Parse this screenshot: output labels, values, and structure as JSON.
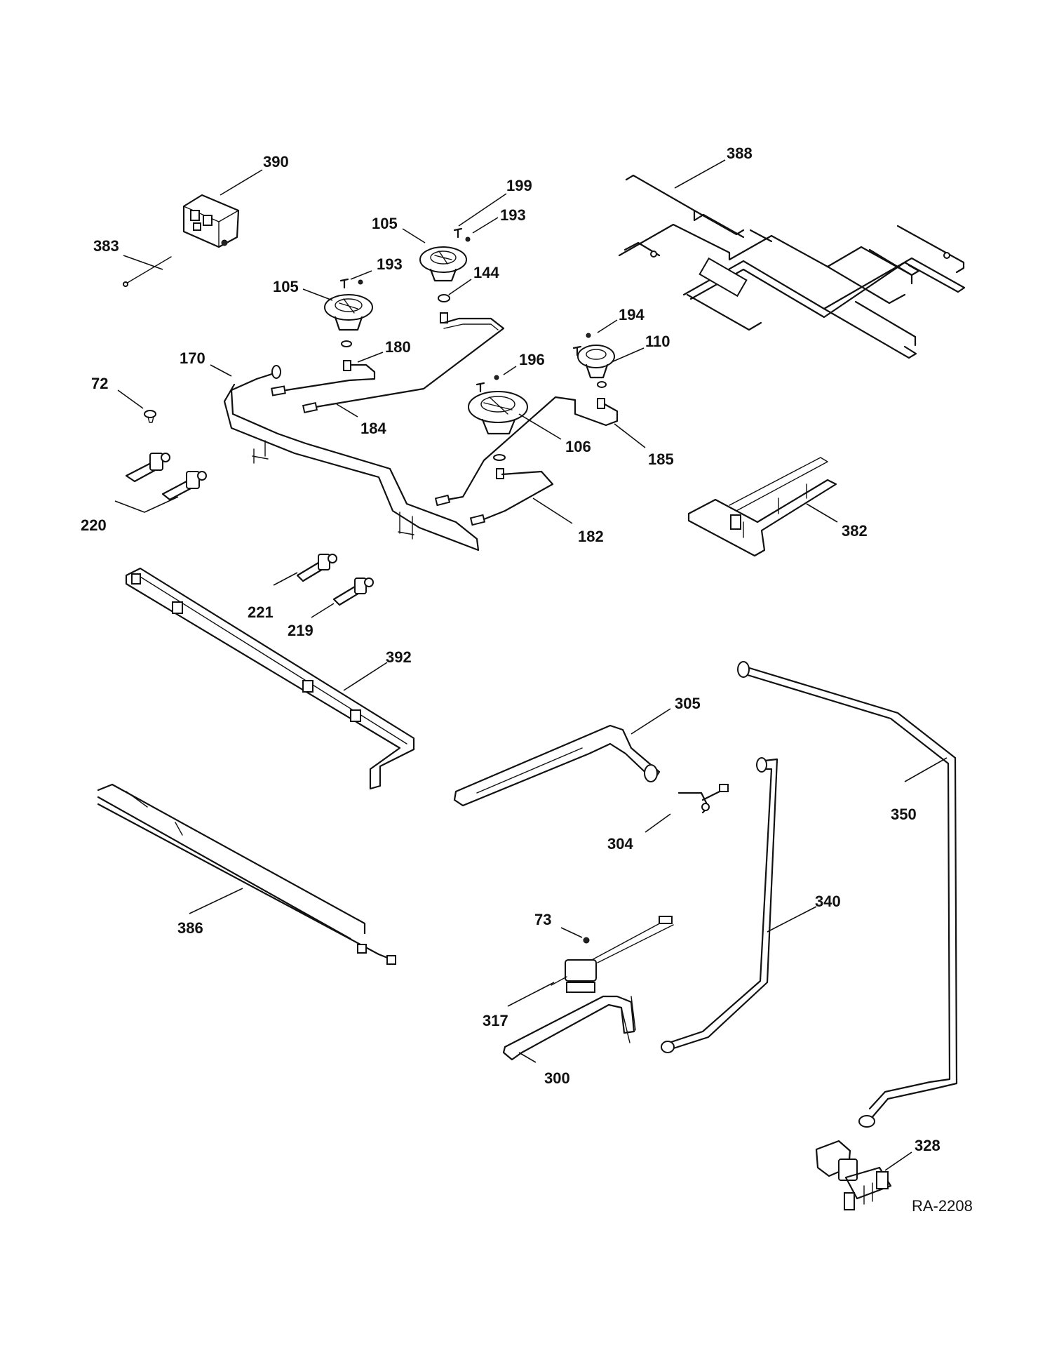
{
  "diagram": {
    "reference": "RA-2208",
    "callouts": [
      "390",
      "383",
      "199",
      "193",
      "105",
      "105",
      "193",
      "144",
      "388",
      "170",
      "180",
      "72",
      "184",
      "196",
      "194",
      "110",
      "106",
      "185",
      "220",
      "182",
      "382",
      "221",
      "219",
      "392",
      "305",
      "350",
      "304",
      "386",
      "340",
      "73",
      "317",
      "300",
      "328"
    ]
  }
}
